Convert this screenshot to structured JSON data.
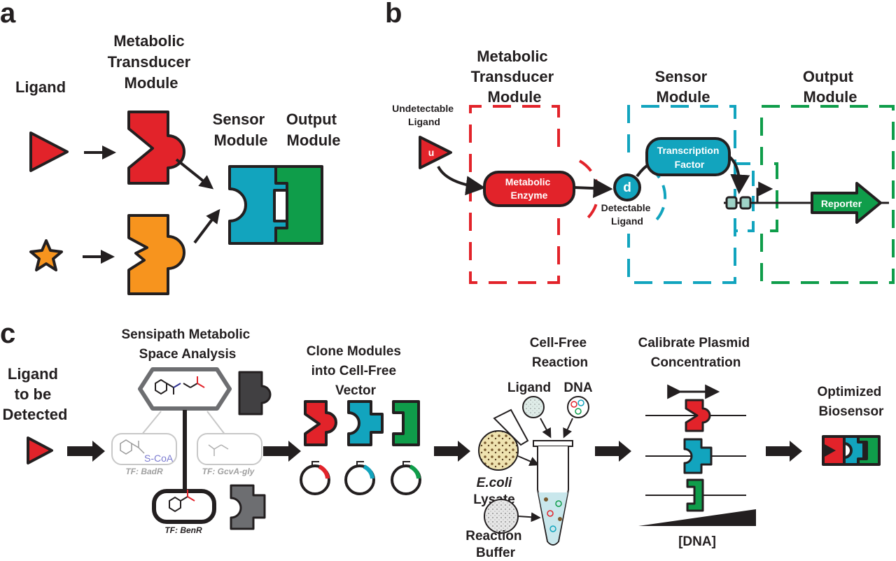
{
  "panels": {
    "a": "a",
    "b": "b",
    "c": "c"
  },
  "a": {
    "ligand": "Ligand",
    "transducer": [
      "Metabolic",
      "Transducer",
      "Module"
    ],
    "sensor": [
      "Sensor",
      "Module"
    ],
    "output": [
      "Output",
      "Module"
    ]
  },
  "b": {
    "transducer": [
      "Metabolic",
      "Transducer",
      "Module"
    ],
    "sensor": [
      "Sensor",
      "Module"
    ],
    "output": [
      "Output",
      "Module"
    ],
    "undetectable": [
      "Undetectable",
      "Ligand"
    ],
    "u": "u",
    "enzyme": [
      "Metabolic",
      "Enzyme"
    ],
    "d": "d",
    "detectable": [
      "Detectable",
      "Ligand"
    ],
    "tf": [
      "Transcription",
      "Factor"
    ],
    "reporter": "Reporter"
  },
  "c": {
    "ligand_detect": [
      "Ligand",
      "to be",
      "Detected"
    ],
    "sensipath": [
      "Sensipath Metabolic",
      "Space Analysis"
    ],
    "tf_badr": "TF: BadR",
    "tf_gcva": "TF: GcvA-gly",
    "tf_benr": "TF: BenR",
    "scoa": "S-CoA",
    "clone": [
      "Clone Modules",
      "into Cell-Free",
      "Vector"
    ],
    "cellfree": [
      "Cell-Free",
      "Reaction"
    ],
    "ligand": "Ligand",
    "dna": "DNA",
    "ecoli": "E.coli",
    "lysate": "Lysate",
    "buffer": [
      "Reaction",
      "Buffer"
    ],
    "calibrate": [
      "Calibrate Plasmid",
      "Concentration"
    ],
    "dna_axis": "[DNA]",
    "optimized": [
      "Optimized",
      "Biosensor"
    ]
  },
  "colors": {
    "red": "#e2232a",
    "orange": "#f7941e",
    "teal": "#12a4be",
    "green": "#0f9d4a",
    "dark": "#231f20",
    "gray": "#6d6e71",
    "light_gray": "#c8c8c8"
  }
}
